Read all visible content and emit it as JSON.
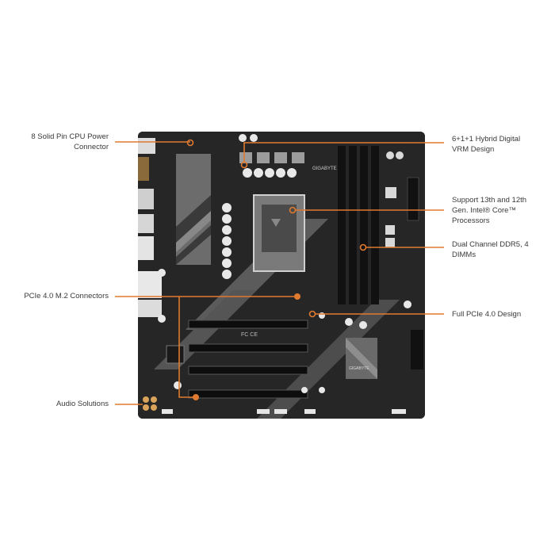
{
  "diagram": {
    "subject": "Motherboard (top view)",
    "board_brand_text": "GIGABYTE",
    "accent_color": "#e07a2e",
    "background_color": "#ffffff",
    "board_color": "#2a2a2a",
    "callouts": [
      {
        "id": "cpu-power",
        "side": "left",
        "text": "8 Solid Pin CPU Power\nConnector"
      },
      {
        "id": "m2",
        "side": "left",
        "text": "PCIe 4.0 M.2 Connectors"
      },
      {
        "id": "audio",
        "side": "left",
        "text": "Audio Solutions"
      },
      {
        "id": "vrm",
        "side": "right",
        "text": "6+1+1 Hybrid Digital\nVRM Design"
      },
      {
        "id": "cpu-support",
        "side": "right",
        "text": "Support 13th and 12th\nGen. Intel® Core™\nProcessors"
      },
      {
        "id": "ddr5",
        "side": "right",
        "text": "Dual Channel DDR5, 4\nDIMMs"
      },
      {
        "id": "pcie",
        "side": "right",
        "text": "Full PCIe 4.0 Design"
      }
    ]
  }
}
